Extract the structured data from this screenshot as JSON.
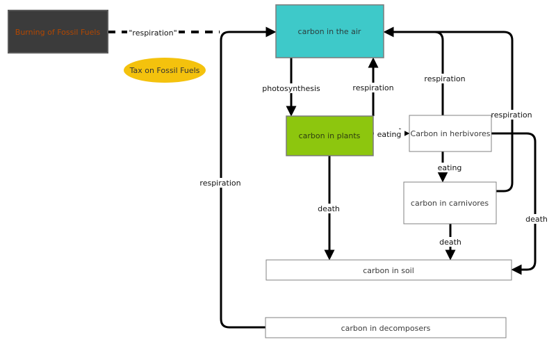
{
  "diagram": {
    "nodes": {
      "fossil_fuels": {
        "label": "Burning of Fossil Fuels",
        "fill": "#3b3b3b",
        "border": "#5a5a5a",
        "text_color": "#b34700"
      },
      "tax": {
        "label": "Tax on Fossil Fuels",
        "fill": "#f4c20d",
        "text_color": "#333333"
      },
      "air": {
        "label": "carbon in the air",
        "fill": "#3ec9c9",
        "border": "#7a7a7a",
        "text_color": "#2b3d3d"
      },
      "plants": {
        "label": "carbon in plants",
        "fill": "#8dc60e",
        "border": "#7a7a7a",
        "text_color": "#2e3d10"
      },
      "herbivores": {
        "label": "Carbon in herbivores",
        "fill": "#ffffff",
        "border": "#808080",
        "text_color": "#3a3a3a"
      },
      "carnivores": {
        "label": "carbon in carnivores",
        "fill": "#ffffff",
        "border": "#808080",
        "text_color": "#3a3a3a"
      },
      "soil": {
        "label": "carbon in soil",
        "fill": "#ffffff",
        "border": "#808080",
        "text_color": "#3a3a3a"
      },
      "decomposers": {
        "label": "carbon in decomposers",
        "fill": "#ffffff",
        "border": "#808080",
        "text_color": "#3a3a3a"
      }
    },
    "edges": {
      "fossil_to_air": {
        "label": "\"respiration\"",
        "style": "dashed"
      },
      "air_to_plants": {
        "label": "photosynthesis",
        "style": "solid"
      },
      "plants_to_air": {
        "label": "respiration",
        "style": "solid"
      },
      "plants_to_herbivores": {
        "label": "eating",
        "style": "solid"
      },
      "herbivores_to_air": {
        "label": "respiration",
        "style": "solid"
      },
      "carnivores_to_air": {
        "label": "respiration",
        "style": "solid"
      },
      "decomposers_to_air": {
        "label": "respiration",
        "style": "solid"
      },
      "herbivores_to_carnivores": {
        "label": "eating",
        "style": "solid"
      },
      "plants_to_soil": {
        "label": "death",
        "style": "solid"
      },
      "carnivores_to_soil": {
        "label": "death",
        "style": "solid"
      },
      "herbivores_to_soil": {
        "label": "death",
        "style": "solid"
      }
    },
    "line_color": "#000000"
  }
}
